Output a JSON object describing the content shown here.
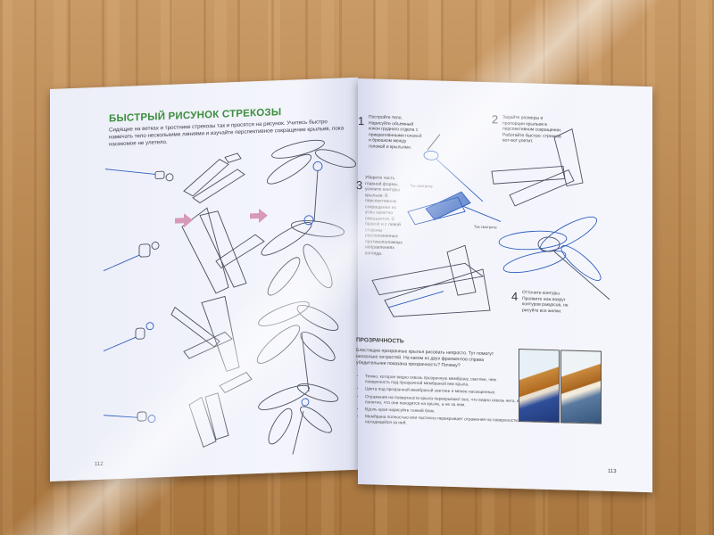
{
  "left_page": {
    "heading": "БЫСТРЫЙ РИСУНОК СТРЕКОЗЫ",
    "intro": "Сидящие на ветках и тростнике стрекозы так и просятся на рисунок. Учитесь быстро намечать тело несколькими линиями и изучайте перспективное сокращение крыльев, пока насекомое не улетело.",
    "page_number": "112"
  },
  "right_page": {
    "steps": [
      {
        "num": "1",
        "text": "Постройте тело. Нарисуйте объемный кокон грудного отдела с прикреплёнными головой и брюшком между головой и крыльями."
      },
      {
        "num": "2",
        "text": "Задайте размеры и пропорции крыльев в перспективном сокращении. Работайте быстро: стрекоза вот-вот улетит."
      },
      {
        "num": "3",
        "text": "Уберите часть главной формы, усилите контуры крыльев. В перспективном сокращении их углы заметно смещаются. С правой и с левой стороны расположенных противоположных направлениях взгляда."
      },
      {
        "num": "4",
        "text": "Отточите контуры. Проявите нож вокруг контуров ракурсов, не рисуйте все жилки."
      }
    ],
    "annotations": [
      "Так смотрите",
      "Так смотрите"
    ],
    "section_title": "Прозрачность",
    "section_body": "Блестящие прозрачные крылья рисовать непросто. Тут помогут несколько хитростей. На каком из двух фрагментов справа убедительнее показана прозрачность? Почему?",
    "bullets": [
      "Темно, которое видно сквозь прозрачную мембрану, светлее, чем поверхность под прозрачной мембраной вне крыла.",
      "Цвета под прозрачной мембраной светлее и менее насыщенные.",
      "Отражения на поверхности крыла перекрывают все, что видно сквозь него, и понятно, что они находятся на крыле, а не за ним.",
      "Вдоль края нарисуйте тонкий блик.",
      "Мембрана полностью или частично перекрывает отражения на поверхности, находящейся за ней."
    ],
    "page_number": "113"
  },
  "colors": {
    "heading_green": "#3c8f3e",
    "pencil": "#4a5060",
    "blue_pencil": "#2f5fbf",
    "arrow_pink": "#d69ab7",
    "table_wood": "#b9895a"
  }
}
